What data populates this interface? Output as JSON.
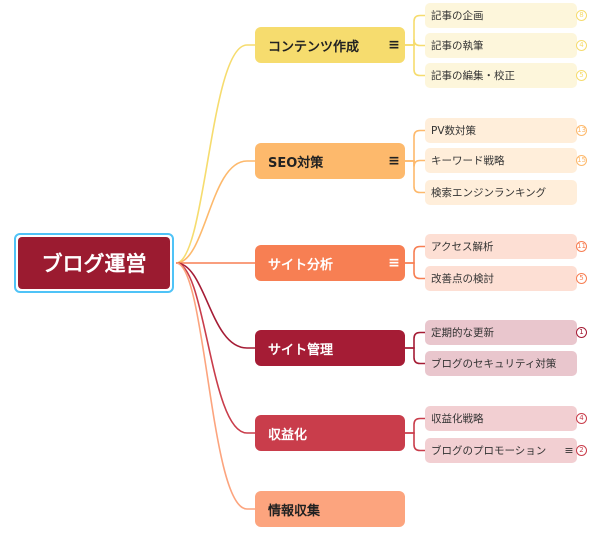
{
  "root": {
    "label": "ブログ運営"
  },
  "branches": [
    {
      "label": "コンテンツ作成",
      "has_note": true,
      "color": "#f6dc6e",
      "text_color": "#222222",
      "leaves": [
        {
          "label": "記事の企画",
          "count": "8"
        },
        {
          "label": "記事の執筆",
          "count": "4"
        },
        {
          "label": "記事の編集・校正",
          "count": "5"
        }
      ]
    },
    {
      "label": "SEO対策",
      "has_note": true,
      "color": "#fdb96c",
      "text_color": "#222222",
      "leaves": [
        {
          "label": "PV数対策",
          "count": "13"
        },
        {
          "label": "キーワード戦略",
          "count": "15"
        },
        {
          "label": "検索エンジンランキング",
          "count": ""
        }
      ]
    },
    {
      "label": "サイト分析",
      "has_note": true,
      "color": "#f77f53",
      "text_color": "#ffffff",
      "leaves": [
        {
          "label": "アクセス解析",
          "count": "11"
        },
        {
          "label": "改善点の検討",
          "count": "5"
        }
      ]
    },
    {
      "label": "サイト管理",
      "has_note": false,
      "color": "#a51c35",
      "text_color": "#ffffff",
      "leaves": [
        {
          "label": "定期的な更新",
          "count": "1"
        },
        {
          "label": "ブログのセキュリティ対策",
          "count": ""
        }
      ]
    },
    {
      "label": "収益化",
      "has_note": false,
      "color": "#c93d4b",
      "text_color": "#ffffff",
      "leaves": [
        {
          "label": "収益化戦略",
          "count": "4"
        },
        {
          "label": "ブログのプロモーション",
          "count": "2",
          "has_note": true
        }
      ]
    },
    {
      "label": "情報収集",
      "has_note": false,
      "color": "#fca47e",
      "text_color": "#222222",
      "leaves": []
    }
  ],
  "icons": {
    "note": "note-lines-icon"
  }
}
